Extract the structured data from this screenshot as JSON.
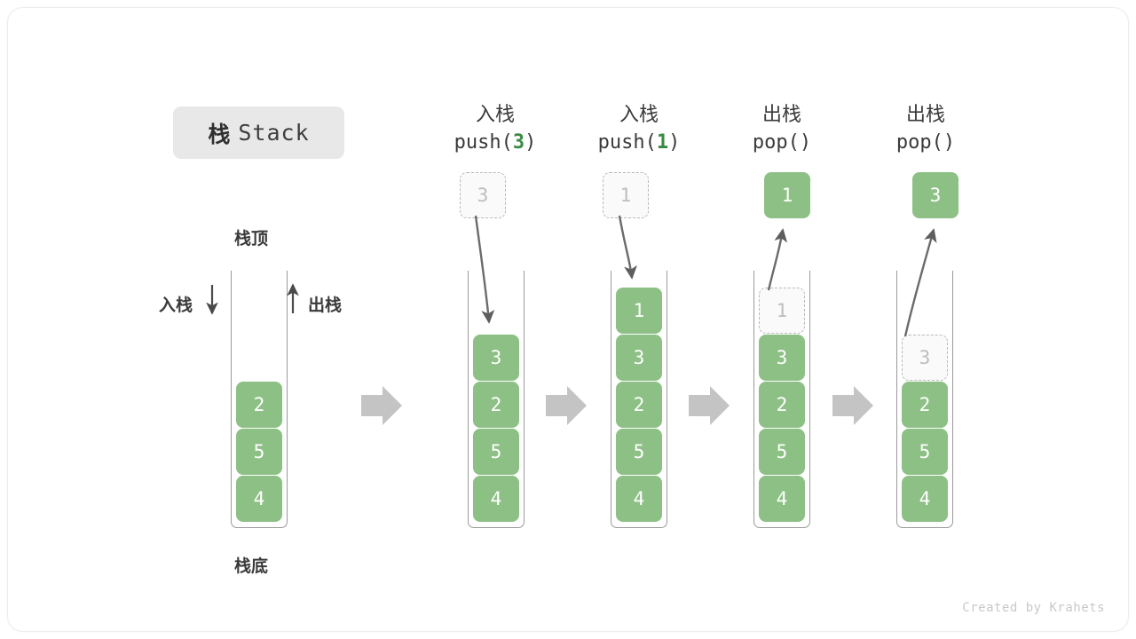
{
  "figure": {
    "title_cn": "栈",
    "title_en": "Stack",
    "footer": "Created by Krahets"
  },
  "legend": {
    "top_label": "栈顶",
    "bottom_label": "栈底",
    "push_label": "入栈",
    "pop_label": "出栈"
  },
  "chart_data": {
    "type": "diagram",
    "title": "栈 Stack",
    "states": [
      {
        "id": "initial",
        "heading_cn": "",
        "heading_code": "",
        "cells_top_to_bottom": [
          "2",
          "5",
          "4"
        ],
        "ghost_cell": null,
        "floating_box": null
      },
      {
        "id": "push-3",
        "heading_cn": "入栈",
        "heading_code_prefix": "push(",
        "heading_code_arg": "3",
        "heading_code_suffix": ")",
        "cells_top_to_bottom": [
          "3",
          "2",
          "5",
          "4"
        ],
        "ghost_cell": null,
        "floating_box": {
          "value": "3",
          "style": "ghost"
        },
        "arrow": "down-into-stack"
      },
      {
        "id": "push-1",
        "heading_cn": "入栈",
        "heading_code_prefix": "push(",
        "heading_code_arg": "1",
        "heading_code_suffix": ")",
        "cells_top_to_bottom": [
          "1",
          "3",
          "2",
          "5",
          "4"
        ],
        "ghost_cell": null,
        "floating_box": {
          "value": "1",
          "style": "ghost"
        },
        "arrow": "down-into-stack"
      },
      {
        "id": "pop-1",
        "heading_cn": "出栈",
        "heading_code_prefix": "pop(",
        "heading_code_arg": "",
        "heading_code_suffix": ")",
        "cells_top_to_bottom": [
          "3",
          "2",
          "5",
          "4"
        ],
        "ghost_cell": "1",
        "floating_box": {
          "value": "1",
          "style": "solid"
        },
        "arrow": "up-out-of-stack"
      },
      {
        "id": "pop-3",
        "heading_cn": "出栈",
        "heading_code_prefix": "pop(",
        "heading_code_arg": "",
        "heading_code_suffix": ")",
        "cells_top_to_bottom": [
          "2",
          "5",
          "4"
        ],
        "ghost_cell": "3",
        "floating_box": {
          "value": "3",
          "style": "solid"
        },
        "arrow": "up-out-of-stack"
      }
    ],
    "separators": [
      "step-arrow",
      "step-arrow",
      "step-arrow",
      "step-arrow"
    ],
    "colors": {
      "element": "#8CC084",
      "element_text": "#FFFFFF",
      "ghost_border": "#B9B9B9",
      "ghost_text": "#BDBDBD",
      "wall": "#9A9A9A",
      "step_arrow": "#C4C4C4",
      "accent_code_arg": "#3A8A43",
      "chip_bg": "#E8E8E8"
    }
  }
}
